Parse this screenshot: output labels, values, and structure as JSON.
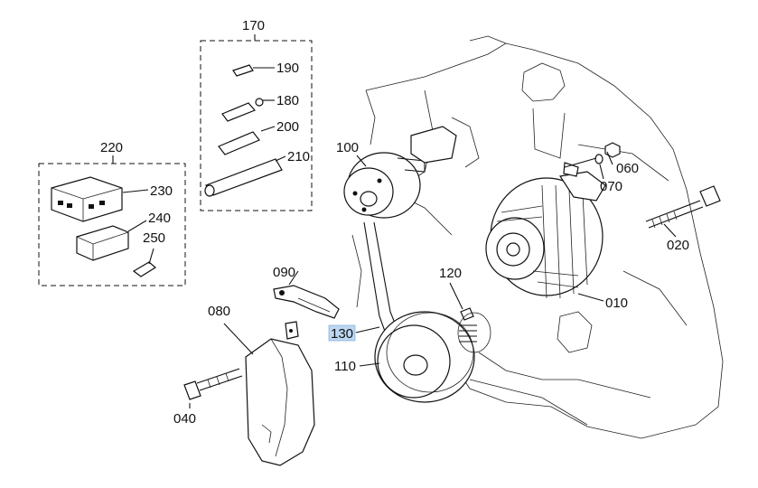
{
  "parts": {
    "p010": "010",
    "p020": "020",
    "p040": "040",
    "p060": "060",
    "p070": "070",
    "p080": "080",
    "p090": "090",
    "p100": "100",
    "p110": "110",
    "p120": "120",
    "p130": "130",
    "p170": "170",
    "p180": "180",
    "p190": "190",
    "p200": "200",
    "p210": "210",
    "p220": "220",
    "p230": "230",
    "p240": "240",
    "p250": "250"
  },
  "selected_part": "130"
}
